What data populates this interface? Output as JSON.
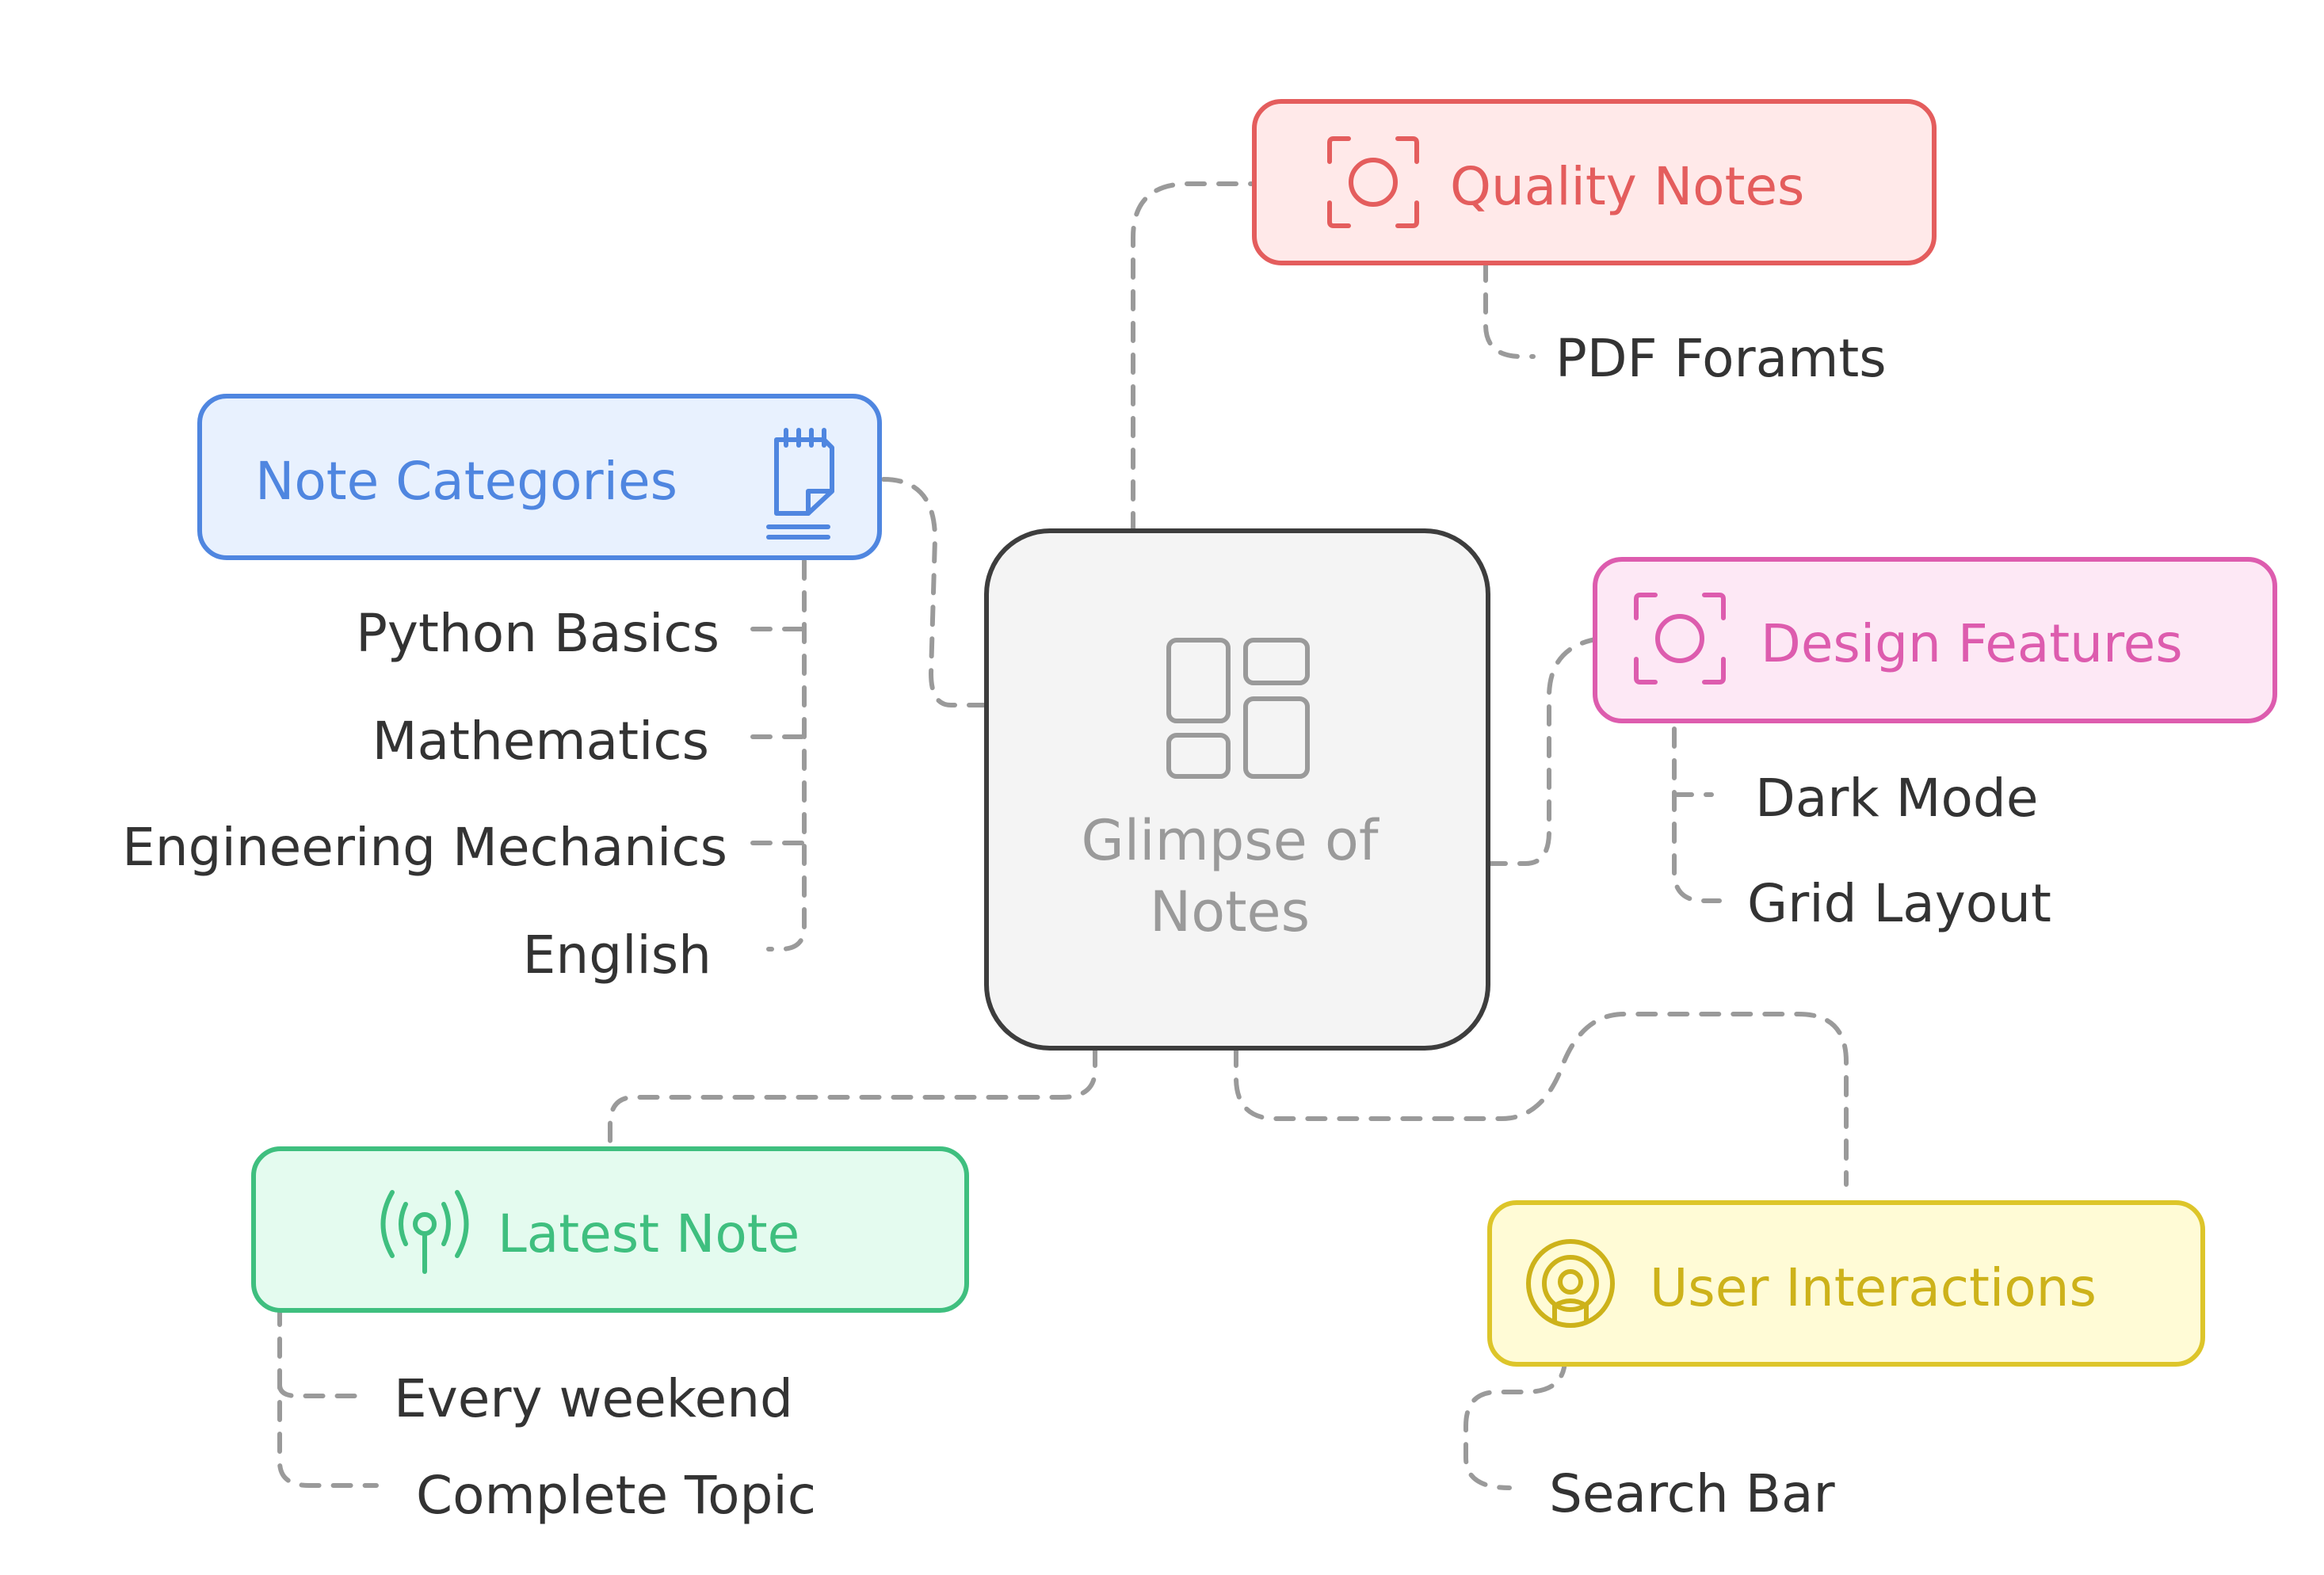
{
  "center": {
    "line1": "Glimpse of",
    "line2": "Notes",
    "icon": "layout-grid-icon"
  },
  "colors": {
    "connector": "#9a9a9a",
    "center_fill": "#f4f4f4",
    "center_stroke": "#3d3d3d",
    "quality_fill": "#ffe9e9",
    "quality_stroke": "#e45d5d",
    "quality_text": "#e45d5d",
    "categories_fill": "#e8f1fe",
    "categories_stroke": "#4f86e0",
    "categories_text": "#4f86e0",
    "design_fill": "#fde8f5",
    "design_stroke": "#dd5cae",
    "design_text": "#dd5cae",
    "latest_fill": "#e4fbef",
    "latest_stroke": "#3fbf7f",
    "latest_text": "#3fbf7f",
    "user_fill": "#fffbd6",
    "user_stroke": "#ddc52a",
    "user_text": "#cdb21a"
  },
  "nodes": {
    "quality": {
      "title": "Quality Notes",
      "icon": "focus-frame-icon",
      "items": [
        "PDF Foramts"
      ]
    },
    "categories": {
      "title": "Note Categories",
      "icon": "notepad-icon",
      "items": [
        "Python Basics",
        "Mathematics",
        "Engineering Mechanics",
        "English"
      ]
    },
    "design": {
      "title": "Design Features",
      "icon": "focus-frame-icon",
      "items": [
        "Dark Mode",
        "Grid Layout"
      ]
    },
    "latest": {
      "title": "Latest Note",
      "icon": "broadcast-antenna-icon",
      "items": [
        "Every weekend",
        "Complete Topic"
      ]
    },
    "user": {
      "title": "User Interactions",
      "icon": "user-broadcast-icon",
      "items": [
        "Search Bar"
      ]
    }
  }
}
